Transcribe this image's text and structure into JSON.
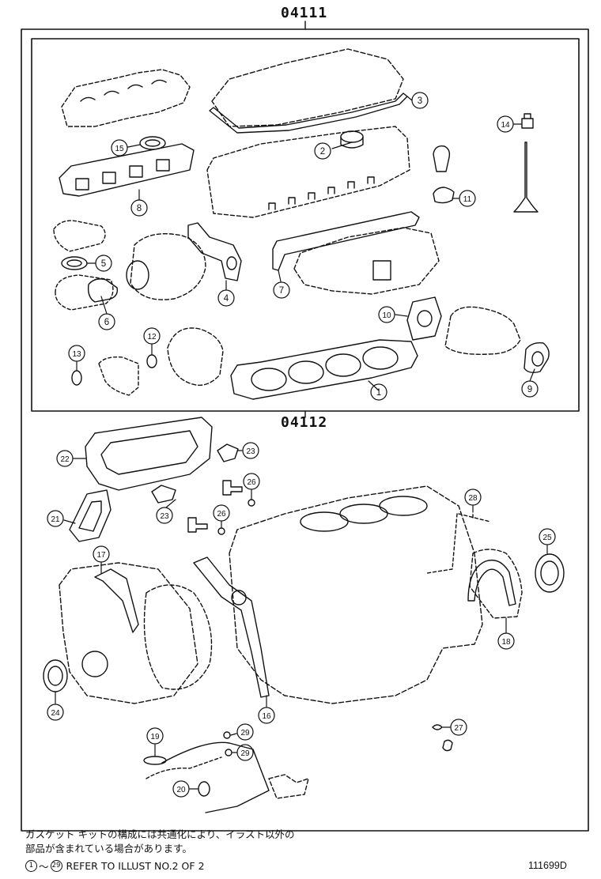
{
  "groups": [
    {
      "code": "04111"
    },
    {
      "code": "04112"
    }
  ],
  "callouts": [
    "1",
    "2",
    "3",
    "4",
    "5",
    "6",
    "7",
    "8",
    "9",
    "10",
    "11",
    "12",
    "13",
    "14",
    "15",
    "16",
    "17",
    "18",
    "19",
    "20",
    "21",
    "22",
    "23",
    "23",
    "24",
    "25",
    "26",
    "26",
    "27",
    "28",
    "29",
    "29"
  ],
  "notes": {
    "line1": "ガスケット キットの構成には共通化により、イラスト以外の",
    "line2": "部品が含まれている場合があります。",
    "ref_from": "1",
    "ref_tilde": "～",
    "ref_to": "29",
    "ref_text": "REFER TO ILLUST NO.2 OF 2"
  },
  "figure_number": "111699D"
}
